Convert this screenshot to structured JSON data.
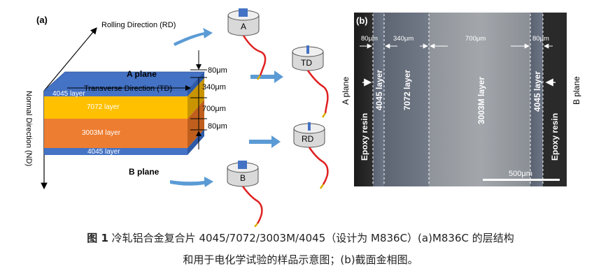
{
  "panel_a": {
    "label": "(a)",
    "rolling_direction": "Rolling Direction (RD)",
    "transverse_direction": "Transverse Direction (TD)",
    "normal_direction": "Normal Direction (ND)",
    "a_plane": "A plane",
    "b_plane": "B plane",
    "layers": [
      "4045 layer",
      "7072 layer",
      "3003M layer",
      "4045 layer"
    ],
    "thicknesses": [
      "80μm",
      "340μm",
      "700μm",
      "80μm"
    ],
    "samples": [
      "A",
      "TD",
      "RD",
      "B"
    ],
    "colors": {
      "top_face": "#4472c4",
      "layer_4045": "#4472c4",
      "layer_7072": "#ffc000",
      "layer_3003m": "#ed7d31",
      "arrow": "#5b9bd5",
      "wire": "#e02020"
    }
  },
  "panel_b": {
    "label": "(b)",
    "a_plane": "A plane",
    "b_plane": "B plane",
    "epoxy_left": "Epoxy resin",
    "epoxy_right": "Epoxy resin",
    "layers": [
      "4045 layer",
      "7072 layer",
      "3003M layer",
      "4045 layer"
    ],
    "widths": [
      "80μm",
      "340μm",
      "700μm",
      "80μm"
    ],
    "scale_bar": "500μm"
  },
  "caption": {
    "figure_no": "图 1",
    "line1": "冷轧铝合金复合片 4045/7072/3003M/4045（设计为 M836C）(a)M836C 的层结构",
    "line2": "和用于电化学试验的样品示意图；(b)截面金相图。"
  }
}
